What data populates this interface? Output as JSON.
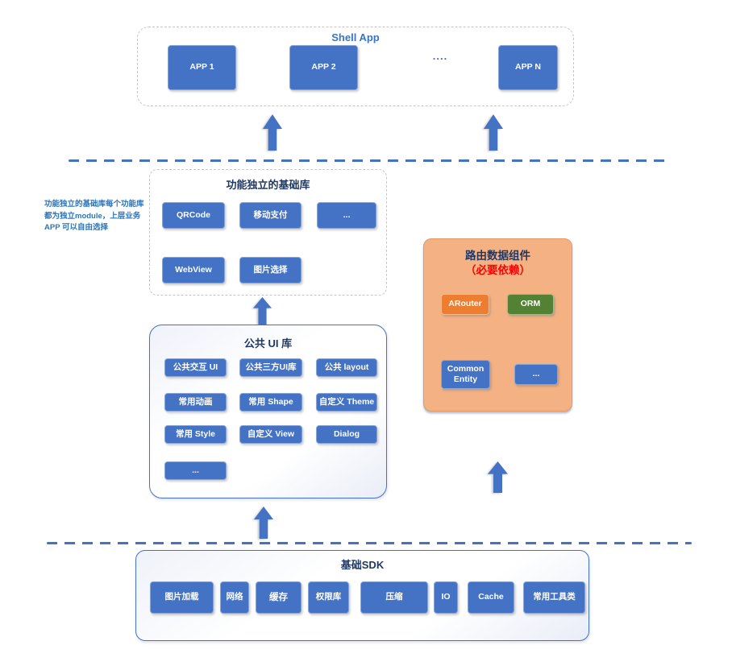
{
  "palette": {
    "box_blue": "#4472C4",
    "title_navy": "#1F3864",
    "shell_title_blue": "#3B74C0",
    "annotation_blue": "#2E75B6",
    "orange_panel": "#F4B183",
    "arouter_orange": "#ED7D31",
    "orm_green": "#548235",
    "subtitle_red": "#FF0000",
    "dashed_gray": "#C6C6C6"
  },
  "shell": {
    "title": "Shell App",
    "apps": [
      "APP 1",
      "APP 2",
      "APP N"
    ],
    "ellipsis": "...."
  },
  "independent_libs": {
    "title": "功能独立的基础库",
    "boxes": [
      "QRCode",
      "移动支付",
      "...",
      "WebView",
      "图片选择"
    ]
  },
  "annotation": {
    "lines": [
      "功能独立的基础库每个功能库",
      "都为独立module，上层业务",
      "APP 可以自由选择"
    ]
  },
  "ui_library": {
    "title": "公共 UI 库",
    "items": [
      "公共交互 UI",
      "公共三方UI库",
      "公共 layout",
      "常用动画",
      "常用 Shape",
      "自定义 Theme",
      "常用 Style",
      "自定义 View",
      "Dialog",
      "..."
    ]
  },
  "router": {
    "title": "路由数据组件",
    "subtitle": "（必要依赖）",
    "boxes": [
      "ARouter",
      "ORM",
      "Common Entity",
      "..."
    ]
  },
  "base_sdk": {
    "title": "基础SDK",
    "items": [
      "图片加载",
      "网络",
      "缓存",
      "权限库",
      "压缩",
      "IO",
      "Cache",
      "常用工具类"
    ]
  }
}
